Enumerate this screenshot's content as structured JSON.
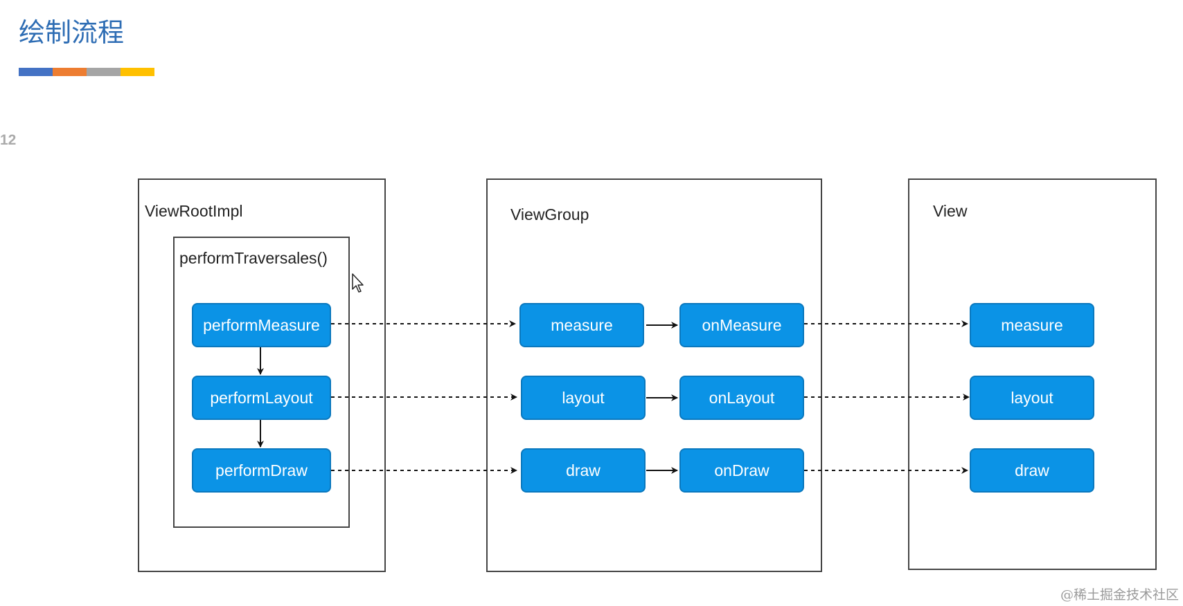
{
  "header": {
    "title": "绘制流程",
    "accent_colors": [
      "#4472C4",
      "#ED7D31",
      "#A5A5A5",
      "#FFC000"
    ]
  },
  "page_number": "12",
  "diagram": {
    "view_root_impl": {
      "label": "ViewRootImpl",
      "traversal": {
        "label": "performTraversales()",
        "nodes": [
          "performMeasure",
          "performLayout",
          "performDraw"
        ]
      }
    },
    "view_group": {
      "label": "ViewGroup",
      "nodes": [
        "measure",
        "layout",
        "draw"
      ],
      "callbacks": [
        "onMeasure",
        "onLayout",
        "onDraw"
      ]
    },
    "view": {
      "label": "View",
      "nodes": [
        "measure",
        "layout",
        "draw"
      ]
    },
    "node_color": "#0B93E6"
  },
  "watermark": "@稀土掘金技术社区"
}
